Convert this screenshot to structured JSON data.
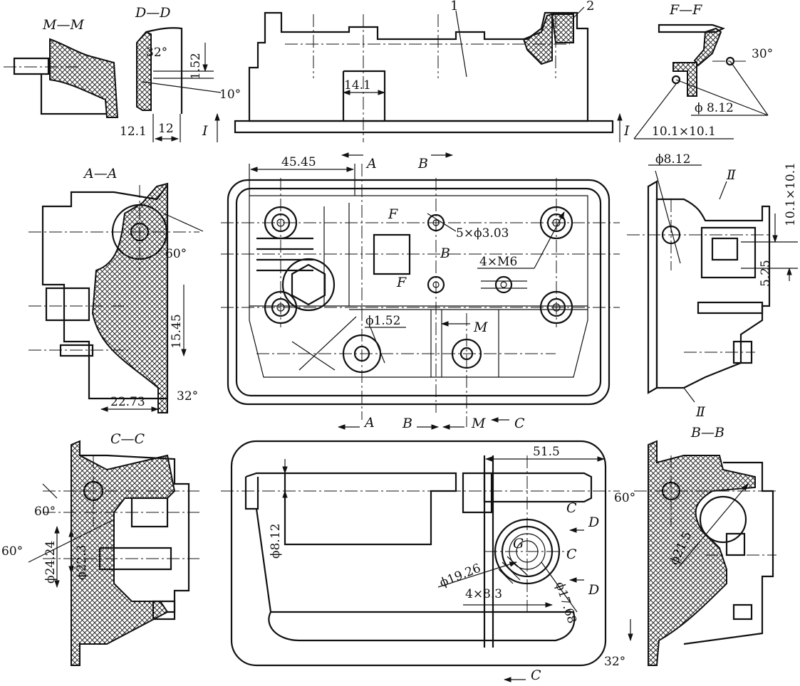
{
  "section_labels": {
    "mm": "M—M",
    "dd": "D—D",
    "ff": "F—F",
    "aa": "A—A",
    "cc": "C—C",
    "bb": "B—B"
  },
  "part_numbers": {
    "p1": "1",
    "p2": "2"
  },
  "dimensions": {
    "d32_dd": "32°",
    "d152_dd": "1.52",
    "d10deg": "10°",
    "d121": "12.1",
    "d12": "12",
    "d141": "14.1",
    "d30deg": "30°",
    "d812_ff": "ϕ 8.12",
    "d101_ff": "10.1×10.1",
    "d4545": "45.45",
    "d812_right": "ϕ8.12",
    "d101_right": "10.1×10.1",
    "d525": "5.25",
    "d60_aa": "60°",
    "d1545": "15.45",
    "d32_aa": "32°",
    "d2273": "22.73",
    "d5x303": "5×ϕ3.03",
    "d4xm6": "4×M6",
    "d152_top": "ϕ1.52",
    "d515": "51.5",
    "d812_bottom": "ϕ8.12",
    "d1926": "ϕ19.26",
    "d4x83": "4×8.3",
    "d1768": "ϕ17.68",
    "d60_cc1": "60°",
    "d60_cc2": "60°",
    "d2424": "ϕ24.24",
    "d223": "ϕ22.3",
    "d60_bb": "60°",
    "d215": "ϕ21.5",
    "d32_bb": "32°"
  },
  "markers": {
    "roman1": "Ⅰ",
    "roman2": "Ⅱ",
    "A": "A",
    "B": "B",
    "C": "C",
    "D": "D",
    "F": "F",
    "M": "M",
    "G": "G"
  }
}
